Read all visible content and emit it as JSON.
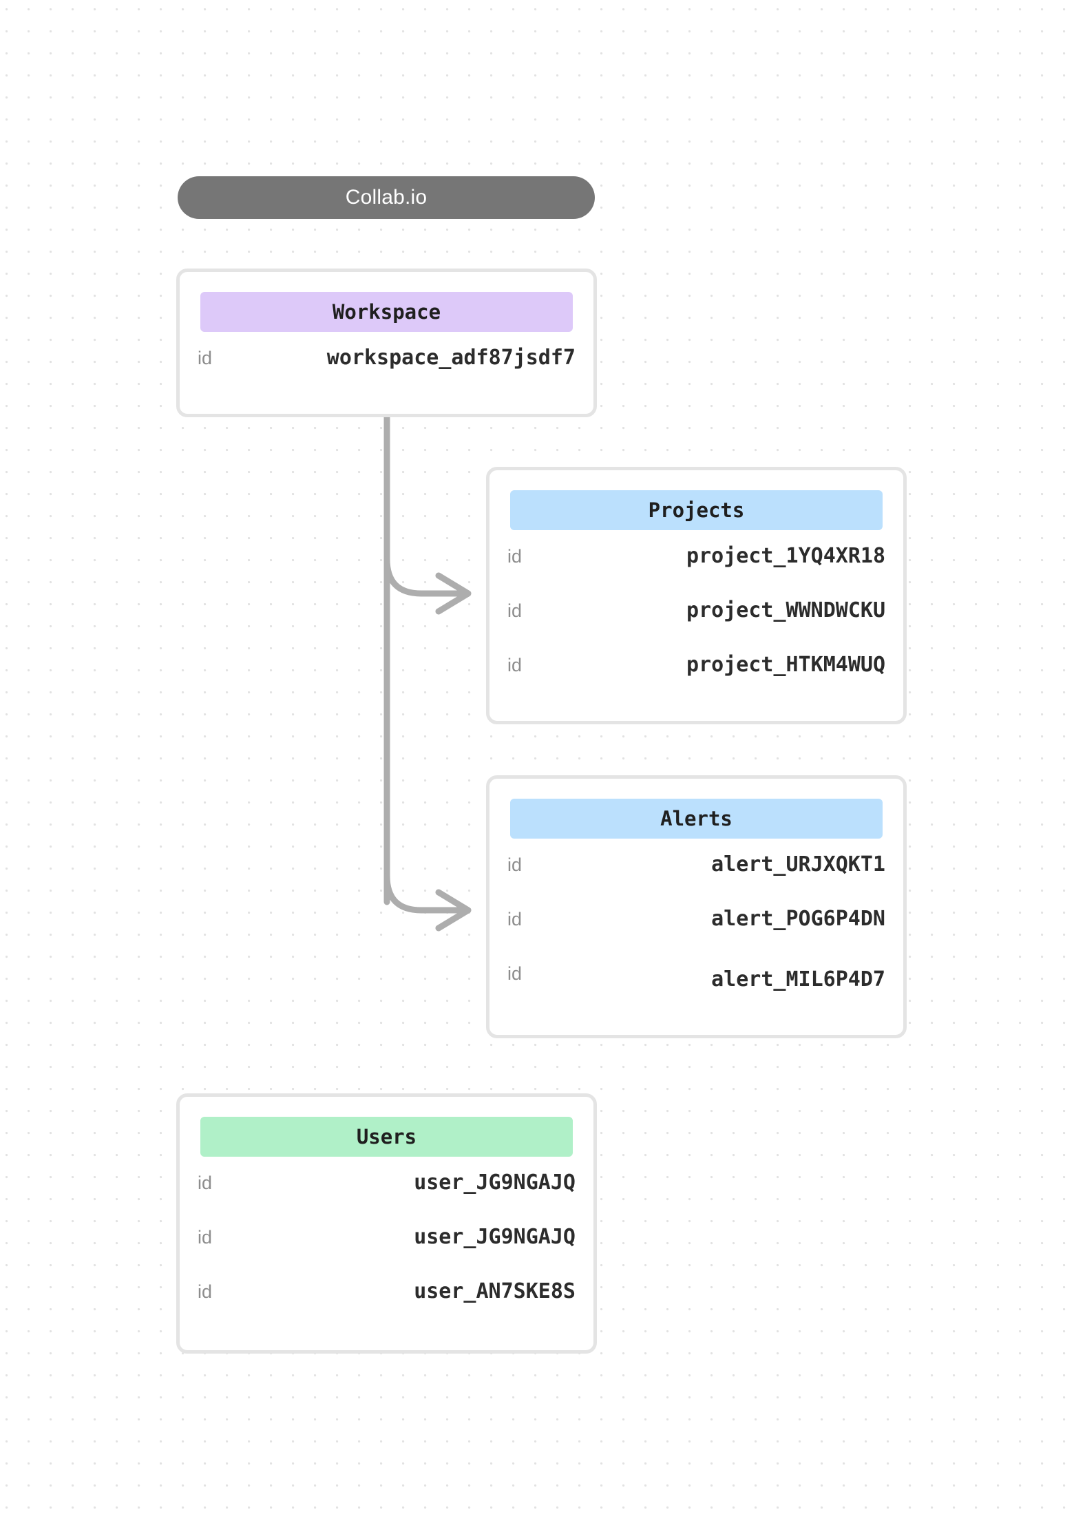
{
  "diagram": {
    "title": "Collab.io",
    "background": {
      "style": "dot-grid",
      "dot_color": "#e2e2e2",
      "page_color": "#ffffff"
    },
    "colors": {
      "title_pill": "#767676",
      "workspace_header": "#ddc9f9",
      "projects_header": "#bbe0fd",
      "alerts_header": "#bbe0fd",
      "users_header": "#b0f0c8",
      "card_border": "#e4e4e4",
      "connector": "#adadad",
      "label_text": "#8d8d8d",
      "value_text": "#2c2c2c"
    },
    "entities": [
      {
        "id": "workspace",
        "title": "Workspace",
        "header_color": "#ddc9f9",
        "rows": [
          {
            "label": "id",
            "value": "workspace_adf87jsdf7"
          }
        ]
      },
      {
        "id": "projects",
        "title": "Projects",
        "header_color": "#bbe0fd",
        "rows": [
          {
            "label": "id",
            "value": "project_1YQ4XR18"
          },
          {
            "label": "id",
            "value": "project_WWNDWCKU"
          },
          {
            "label": "id",
            "value": "project_HTKM4WUQ"
          }
        ]
      },
      {
        "id": "alerts",
        "title": "Alerts",
        "header_color": "#bbe0fd",
        "rows": [
          {
            "label": "id",
            "value": "alert_URJXQKT1"
          },
          {
            "label": "id",
            "value": "alert_POG6P4DN"
          },
          {
            "label": "id",
            "value": "alert_MIL6P4D7"
          }
        ]
      },
      {
        "id": "users",
        "title": "Users",
        "header_color": "#b0f0c8",
        "rows": [
          {
            "label": "id",
            "value": "user_JG9NGAJQ"
          },
          {
            "label": "id",
            "value": "user_JG9NGAJQ"
          },
          {
            "label": "id",
            "value": "user_AN7SKE8S"
          }
        ]
      }
    ],
    "connections": [
      {
        "from": "workspace",
        "to": "projects"
      },
      {
        "from": "workspace",
        "to": "alerts"
      }
    ]
  }
}
